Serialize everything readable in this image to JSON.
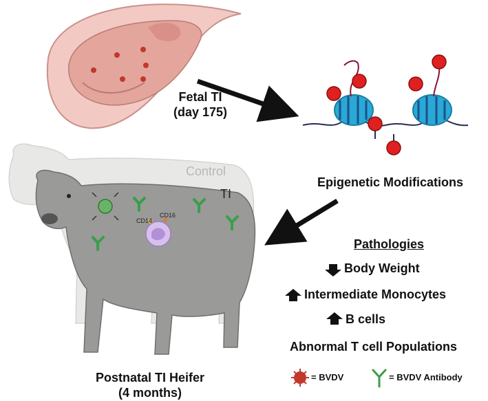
{
  "labels": {
    "fetal_line1": "Fetal TI",
    "fetal_line2": "(day 175)",
    "epigenetic": "Epigenetic Modifications",
    "control": "Control",
    "ti": "TI",
    "cd14": "CD14",
    "cd16": "CD16",
    "postnatal_line1": "Postnatal TI Heifer",
    "postnatal_line2": "(4 months)"
  },
  "pathologies": {
    "title": "Pathologies",
    "items": [
      {
        "direction": "down",
        "label": "Body Weight"
      },
      {
        "direction": "up",
        "label": "Intermediate Monocytes"
      },
      {
        "direction": "up",
        "label": "B cells"
      },
      {
        "direction": "none",
        "label": "Abnormal T cell Populations"
      }
    ]
  },
  "legend": {
    "virus_label": "= BVDV",
    "antibody_label": "= BVDV Antibody",
    "virus_icon": "bvdv-virus-icon",
    "antibody_icon": "antibody-icon"
  },
  "colors": {
    "virus": "#c0392b",
    "antibody": "#3a9e4a",
    "nucleosome": "#29a9d6",
    "methyl": "#e02020",
    "monocyte": "#c9a8e6",
    "calf_ti": "#9a9a98",
    "calf_control": "#e8e8e6",
    "fetus": "#e9b7b0"
  }
}
